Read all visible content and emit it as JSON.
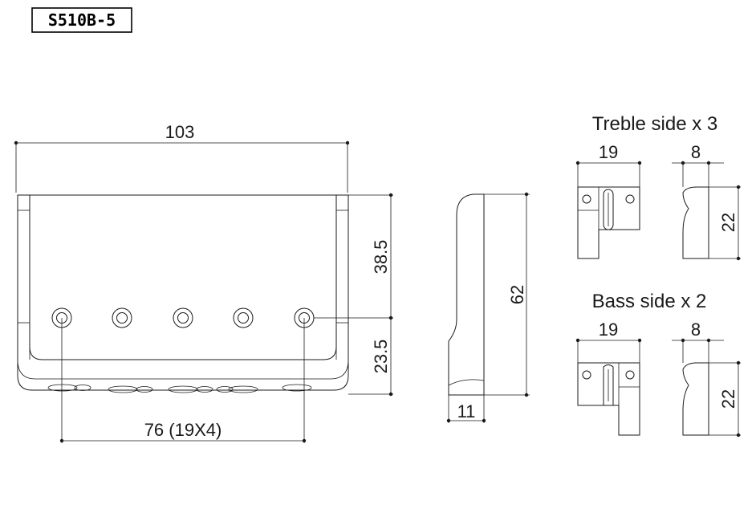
{
  "model": "S510B-5",
  "views": {
    "top": {
      "width_label": "103",
      "upper_height_label": "38.5",
      "lower_height_label": "23.5",
      "spacing_label": "76 (19X4)"
    },
    "side": {
      "height_label": "62",
      "base_label": "11"
    },
    "treble": {
      "title": "Treble side x 3",
      "width_label": "19",
      "depth_label": "8",
      "height_label": "22"
    },
    "bass": {
      "title": "Bass side x 2",
      "width_label": "19",
      "depth_label": "8",
      "height_label": "22"
    }
  }
}
